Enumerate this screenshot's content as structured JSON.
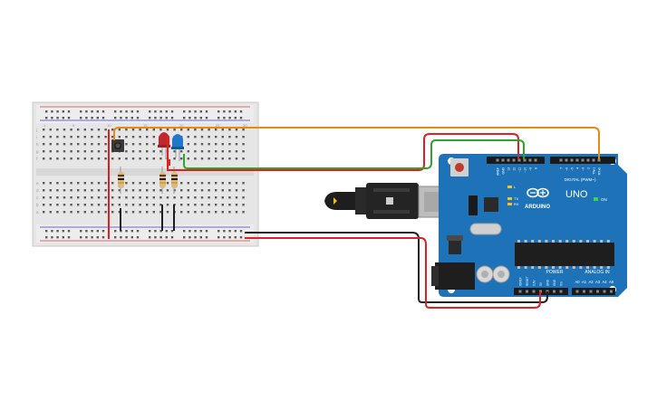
{
  "board": {
    "brand": "ARDUINO",
    "model": "UNO",
    "digital_header": "DIGITAL (PWM~)",
    "power_header": "POWER",
    "analog_header": "ANALOG IN",
    "on_label": "ON",
    "led_l": "L",
    "led_tx": "TX",
    "led_rx": "RX",
    "top_pins": [
      "AREF",
      "GND",
      "13",
      "12",
      "~11",
      "~10",
      "~9",
      "8",
      "7",
      "~6",
      "~5",
      "4",
      "~3",
      "2",
      "TX▸1",
      "RX◂0"
    ],
    "power_pins": [
      "IOREF",
      "RESET",
      "3.3V",
      "5V",
      "GND",
      "GND",
      "Vin"
    ],
    "analog_pins": [
      "A0",
      "A1",
      "A2",
      "A3",
      "A4",
      "A5"
    ]
  },
  "breadboard": {
    "row_letters_top": [
      "j",
      "i",
      "h",
      "g",
      "f"
    ],
    "row_letters_bottom": [
      "e",
      "d",
      "c",
      "b",
      "a"
    ],
    "column_numbers": [
      "1",
      "5",
      "10",
      "15",
      "20",
      "25",
      "30"
    ]
  },
  "colors": {
    "board_blue": "#1e73b8",
    "wire_orange": "#e38b12",
    "wire_red": "#e02020",
    "wire_green": "#2ca52c",
    "wire_black": "#202020",
    "led_red": "#c0282d",
    "led_blue": "#1f78c8"
  }
}
